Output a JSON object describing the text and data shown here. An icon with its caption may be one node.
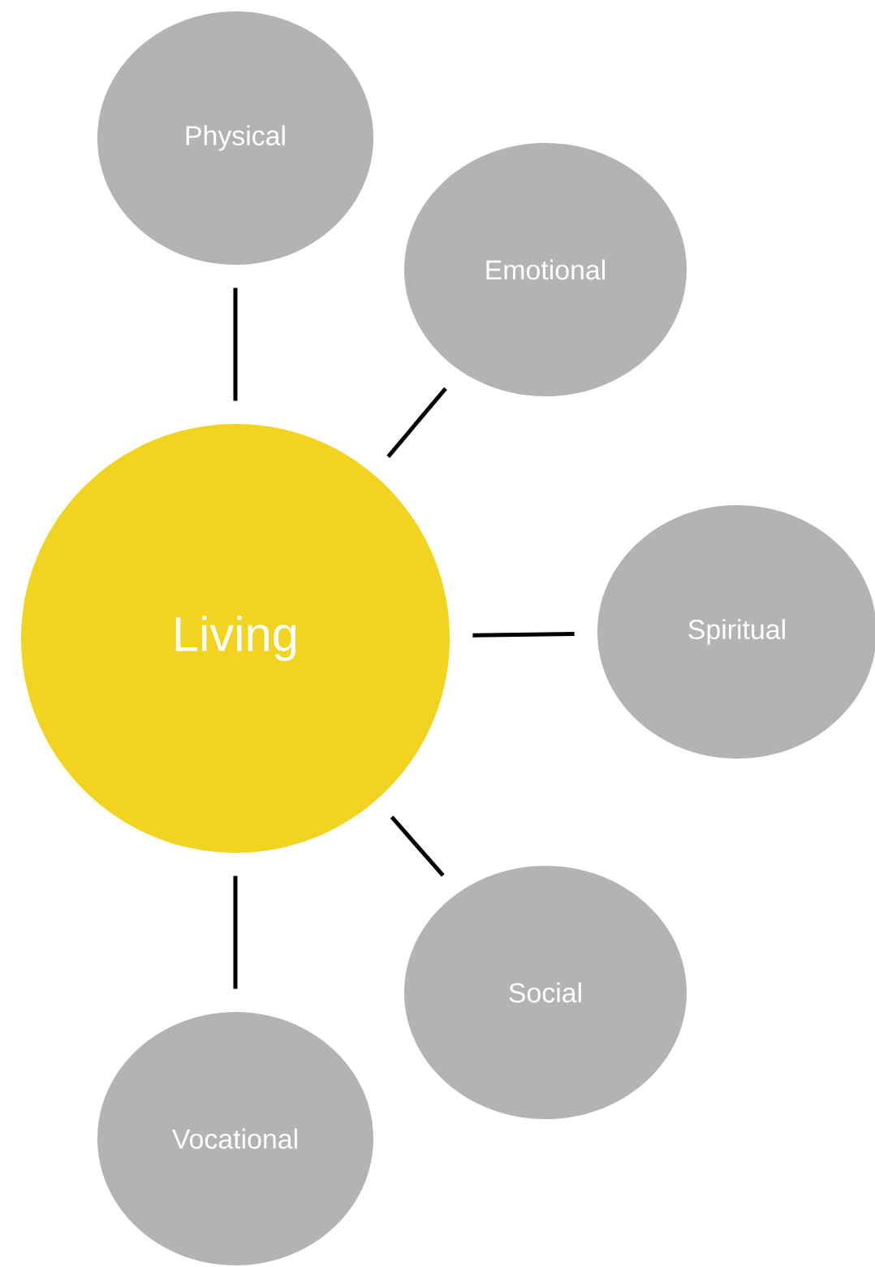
{
  "diagram": {
    "nodes": [
      {
        "text": [
          "Living"
        ]
      },
      {
        "text": [
          "Physical"
        ]
      },
      {
        "text": [
          "Emotional"
        ]
      },
      {
        "text": [
          "Spiritual"
        ]
      },
      {
        "text": [
          "Social"
        ]
      },
      {
        "text": [
          "Vocational"
        ]
      }
    ],
    "edges": [
      {
        "from": 0,
        "to": 1,
        "arrow": "none"
      },
      {
        "from": 0,
        "to": 2,
        "arrow": "none"
      },
      {
        "from": 0,
        "to": 3,
        "arrow": "none"
      },
      {
        "from": 0,
        "to": 4,
        "arrow": "none"
      },
      {
        "from": 0,
        "to": 5,
        "arrow": "none"
      }
    ]
  }
}
